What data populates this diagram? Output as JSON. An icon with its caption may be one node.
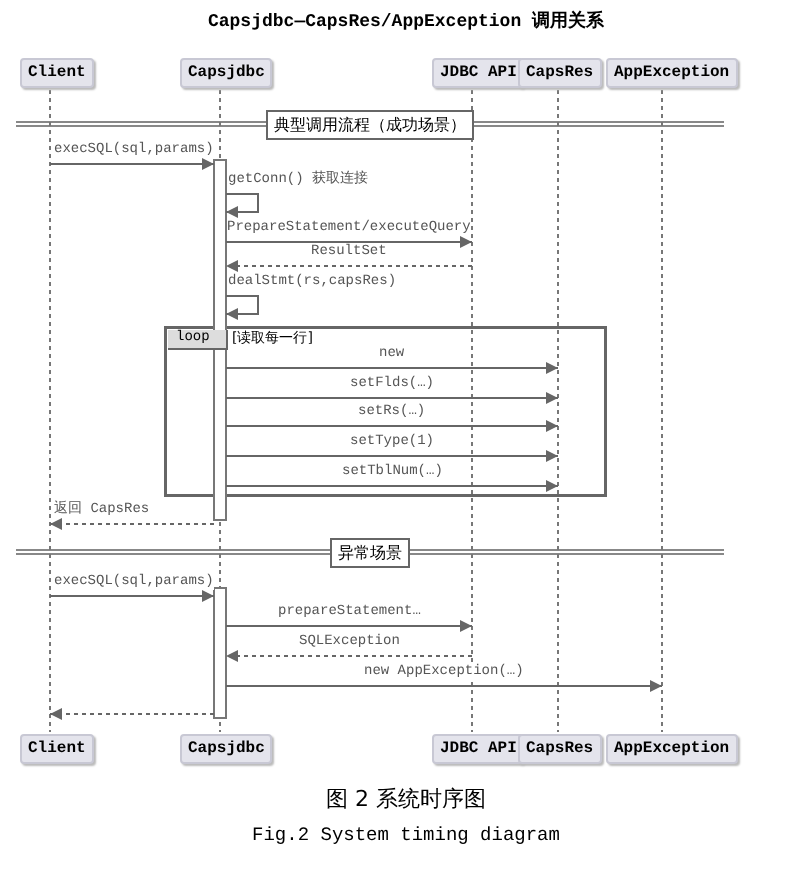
{
  "diagram": {
    "title": "Capsjdbc—CapsRes/AppException 调用关系",
    "caption": "图 2 系统时序图",
    "nodes": [
      {
        "text": [
          "Client"
        ]
      },
      {
        "text": [
          "Capsjdbc"
        ]
      },
      {
        "text": [
          "JDBC API"
        ]
      },
      {
        "text": [
          "CapsRes"
        ]
      },
      {
        "text": [
          "AppException"
        ]
      },
      {
        "text": [
          "Client"
        ]
      },
      {
        "text": [
          "Capsjdbc"
        ]
      },
      {
        "text": [
          "JDBC API"
        ]
      },
      {
        "text": [
          "CapsRes"
        ]
      },
      {
        "text": [
          "AppException"
        ]
      },
      {
        "text": [
          "典型调用流程（成功场景）"
        ]
      },
      {
        "text": [
          "loop",
          "[读取每一行]"
        ]
      },
      {
        "text": [
          "异常场景"
        ]
      },
      {
        "text": [],
        "shape": "line"
      },
      {
        "text": [],
        "shape": "line"
      },
      {
        "text": [],
        "shape": "line"
      },
      {
        "text": [],
        "shape": "line"
      },
      {
        "text": [],
        "shape": "line"
      },
      {
        "text": [],
        "shape": "bar"
      },
      {
        "text": [],
        "shape": "bar"
      }
    ],
    "edges": [
      {
        "from": 13,
        "to": 18,
        "arrow": "to",
        "label": "execSQL(sql,params)"
      },
      {
        "from": 18,
        "to": 18,
        "arrow": "to",
        "label": "getConn() 获取连接"
      },
      {
        "from": 18,
        "to": 15,
        "arrow": "to",
        "label": "PrepareStatement/executeQuery"
      },
      {
        "from": 15,
        "to": 18,
        "arrow": "to",
        "label": "ResultSet",
        "style": "dashed"
      },
      {
        "from": 18,
        "to": 18,
        "arrow": "to",
        "label": "dealStmt(rs,capsRes)"
      },
      {
        "from": 18,
        "to": 16,
        "arrow": "to",
        "label": "new"
      },
      {
        "from": 18,
        "to": 16,
        "arrow": "to",
        "label": "setFlds(…)"
      },
      {
        "from": 18,
        "to": 16,
        "arrow": "to",
        "label": "setRs(…)"
      },
      {
        "from": 18,
        "to": 16,
        "arrow": "to",
        "label": "setType(1)"
      },
      {
        "from": 18,
        "to": 16,
        "arrow": "to",
        "label": "setTblNum(…)"
      },
      {
        "from": 18,
        "to": 13,
        "arrow": "to",
        "label": "返回 CapsRes",
        "style": "dashed"
      },
      {
        "from": 13,
        "to": 19,
        "arrow": "to",
        "label": "execSQL(sql,params)"
      },
      {
        "from": 19,
        "to": 15,
        "arrow": "to",
        "label": "prepareStatement…"
      },
      {
        "from": 15,
        "to": 19,
        "arrow": "to",
        "label": "SQLException",
        "style": "dashed"
      },
      {
        "from": 19,
        "to": 17,
        "arrow": "to",
        "label": "new AppException(…)"
      },
      {
        "from": 19,
        "to": 13,
        "arrow": "to",
        "style": "dashed"
      }
    ],
    "labels": [
      "Fig.2 System timing diagram"
    ]
  }
}
